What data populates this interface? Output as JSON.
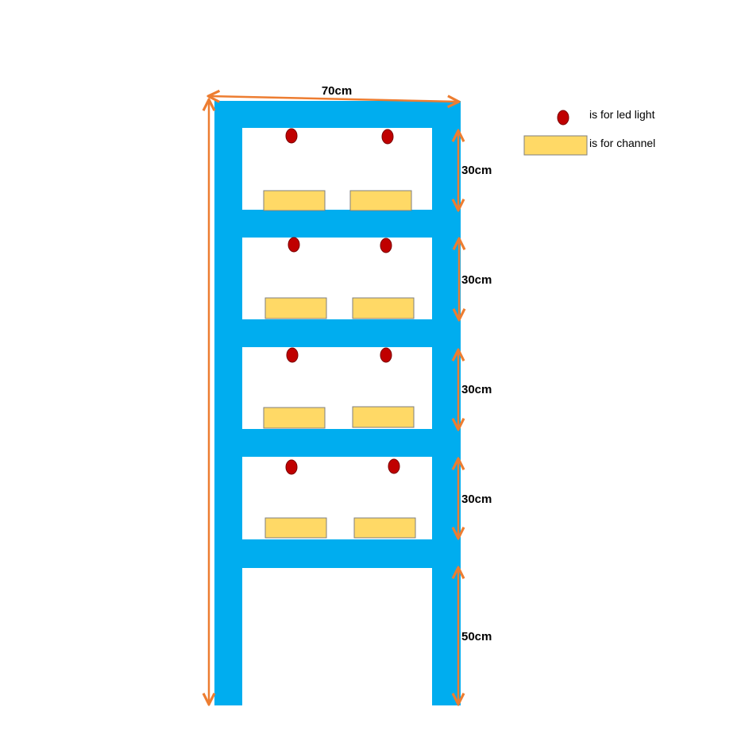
{
  "colors": {
    "frame": "#00ADEF",
    "arrow": "#ED7D31",
    "led": "#C00000",
    "led_edge": "#7A0000",
    "channel": "#FFD966",
    "channel_edge": "#7F7F7F"
  },
  "dimensions": {
    "width_label": "70cm",
    "gap_labels": [
      "30cm",
      "30cm",
      "30cm",
      "30cm",
      "50cm"
    ]
  },
  "legend": {
    "led_label": "is for led light",
    "channel_label": "is for channel"
  },
  "shelves": {
    "count": 4,
    "leds_per_shelf": 2,
    "channels_per_shelf": 2
  }
}
